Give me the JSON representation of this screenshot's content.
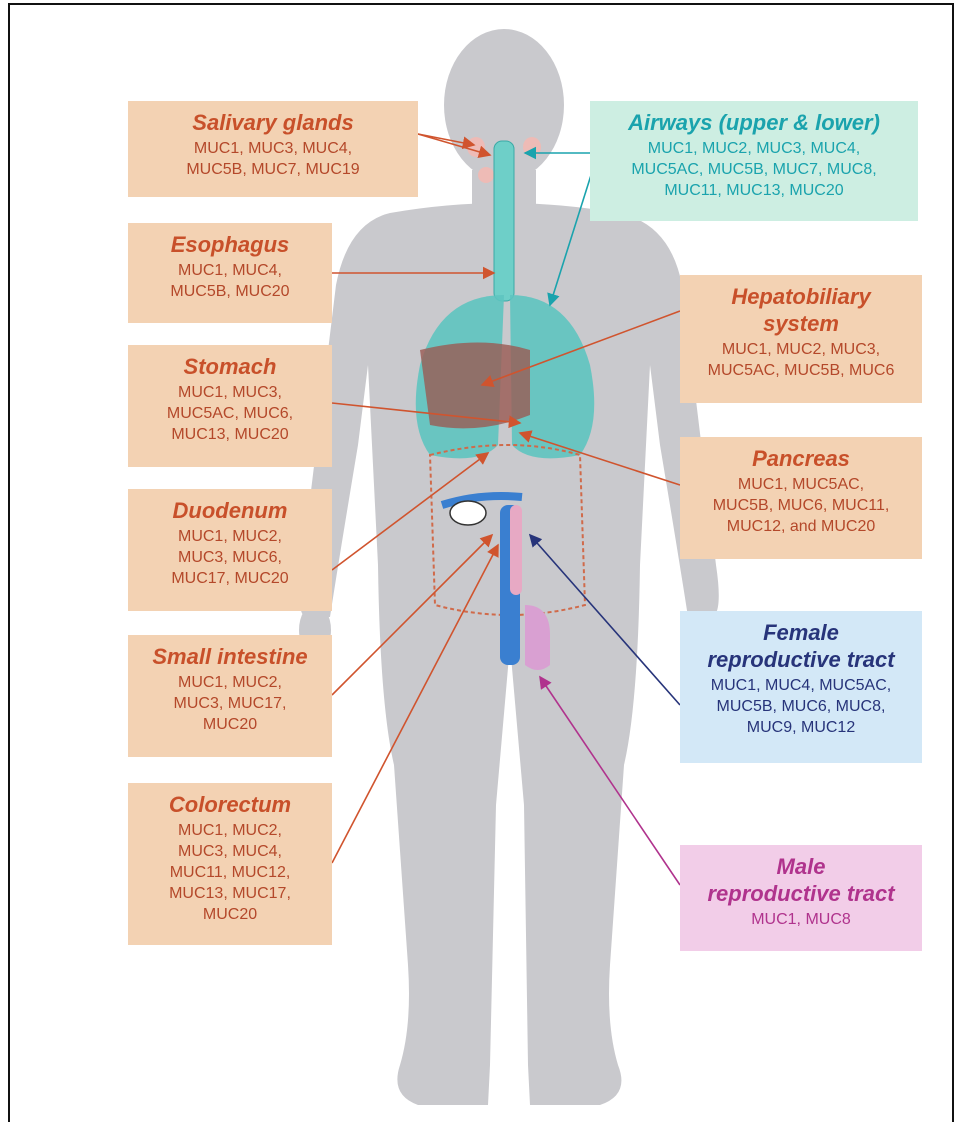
{
  "colors": {
    "orange_box": "#f3d2b3",
    "orange_text": "#c8502a",
    "teal_box": "#cdeee2",
    "teal_text": "#1aa3ad",
    "blue_box": "#d3e8f7",
    "blue_text": "#27347a",
    "pink_box": "#f2cde8",
    "pink_text": "#b0338d",
    "body_silhouette": "#c9c9cd"
  },
  "labels": {
    "salivary": {
      "title": "Salivary glands",
      "genes": "MUC1, MUC3, MUC4,\nMUC5B, MUC7, MUC19"
    },
    "esophagus": {
      "title": "Esophagus",
      "genes": "MUC1, MUC4,\nMUC5B, MUC20"
    },
    "stomach": {
      "title": "Stomach",
      "genes": "MUC1, MUC3,\nMUC5AC, MUC6,\nMUC13, MUC20"
    },
    "duodenum": {
      "title": "Duodenum",
      "genes": "MUC1, MUC2,\nMUC3, MUC6,\nMUC17, MUC20"
    },
    "small_intestine": {
      "title": "Small intestine",
      "genes": "MUC1, MUC2,\nMUC3, MUC17,\nMUC20"
    },
    "colorectum": {
      "title": "Colorectum",
      "genes": "MUC1, MUC2,\nMUC3, MUC4,\nMUC11, MUC12,\nMUC13, MUC17,\nMUC20"
    },
    "airways": {
      "title": "Airways (upper & lower)",
      "genes": "MUC1, MUC2, MUC3, MUC4,\nMUC5AC, MUC5B, MUC7, MUC8,\nMUC11, MUC13, MUC20"
    },
    "hepatobiliary": {
      "title": "Hepatobiliary\nsystem",
      "genes": "MUC1, MUC2, MUC3,\nMUC5AC, MUC5B, MUC6"
    },
    "pancreas": {
      "title": "Pancreas",
      "genes": "MUC1, MUC5AC,\nMUC5B, MUC6, MUC11,\nMUC12, and MUC20"
    },
    "female": {
      "title": "Female\nreproductive tract",
      "genes": "MUC1, MUC4, MUC5AC,\nMUC5B, MUC6, MUC8,\nMUC9, MUC12"
    },
    "male": {
      "title": "Male\nreproductive tract",
      "genes": "MUC1, MUC8"
    }
  }
}
